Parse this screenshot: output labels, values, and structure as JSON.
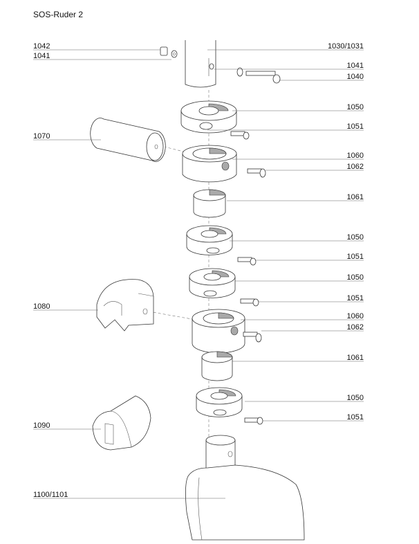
{
  "title": "SOS-Ruder 2",
  "labels": [
    {
      "id": "l1042",
      "text": "1042",
      "side": "left"
    },
    {
      "id": "l1041a",
      "text": "1041",
      "side": "left"
    },
    {
      "id": "l1030",
      "text": "1030/1031",
      "side": "right"
    },
    {
      "id": "l1041b",
      "text": "1041",
      "side": "right"
    },
    {
      "id": "l1040",
      "text": "1040",
      "side": "right"
    },
    {
      "id": "l1050a",
      "text": "1050",
      "side": "right"
    },
    {
      "id": "l1051a",
      "text": "1051",
      "side": "right"
    },
    {
      "id": "l1070",
      "text": "1070",
      "side": "left"
    },
    {
      "id": "l1060a",
      "text": "1060",
      "side": "right"
    },
    {
      "id": "l1062a",
      "text": "1062",
      "side": "right"
    },
    {
      "id": "l1061a",
      "text": "1061",
      "side": "right"
    },
    {
      "id": "l1050b",
      "text": "1050",
      "side": "right"
    },
    {
      "id": "l1051b",
      "text": "1051",
      "side": "right"
    },
    {
      "id": "l1050c",
      "text": "1050",
      "side": "right"
    },
    {
      "id": "l1051c",
      "text": "1051",
      "side": "right"
    },
    {
      "id": "l1080",
      "text": "1080",
      "side": "left"
    },
    {
      "id": "l1060b",
      "text": "1060",
      "side": "right"
    },
    {
      "id": "l1062b",
      "text": "1062",
      "side": "right"
    },
    {
      "id": "l1061b",
      "text": "1061",
      "side": "right"
    },
    {
      "id": "l1050d",
      "text": "1050",
      "side": "right"
    },
    {
      "id": "l1051d",
      "text": "1051",
      "side": "right"
    },
    {
      "id": "l1090",
      "text": "1090",
      "side": "left"
    },
    {
      "id": "l1100",
      "text": "1100/1101",
      "side": "left"
    }
  ]
}
